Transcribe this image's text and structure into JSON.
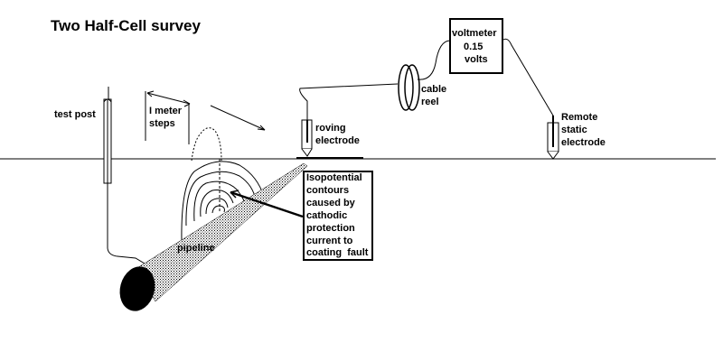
{
  "title": "Two Half-Cell survey",
  "labels": {
    "test_post": "test post",
    "meter_steps": [
      "I meter",
      "steps"
    ],
    "roving_electrode": [
      "roving",
      "electrode"
    ],
    "cable_reel": [
      "cable",
      "reel"
    ],
    "voltmeter": {
      "name": "voltmeter",
      "reading": "0.15",
      "unit": "volts"
    },
    "remote_electrode": [
      "Remote",
      "static",
      "electrode"
    ],
    "pipeline": "pipeline",
    "callout": [
      "Isopotential",
      "contours",
      "caused by",
      "cathodic",
      "protection",
      "current to",
      "coating  fault"
    ]
  },
  "colors": {
    "ink": "#000000",
    "background": "#ffffff",
    "pipe_fill": "#8a8a8a"
  }
}
